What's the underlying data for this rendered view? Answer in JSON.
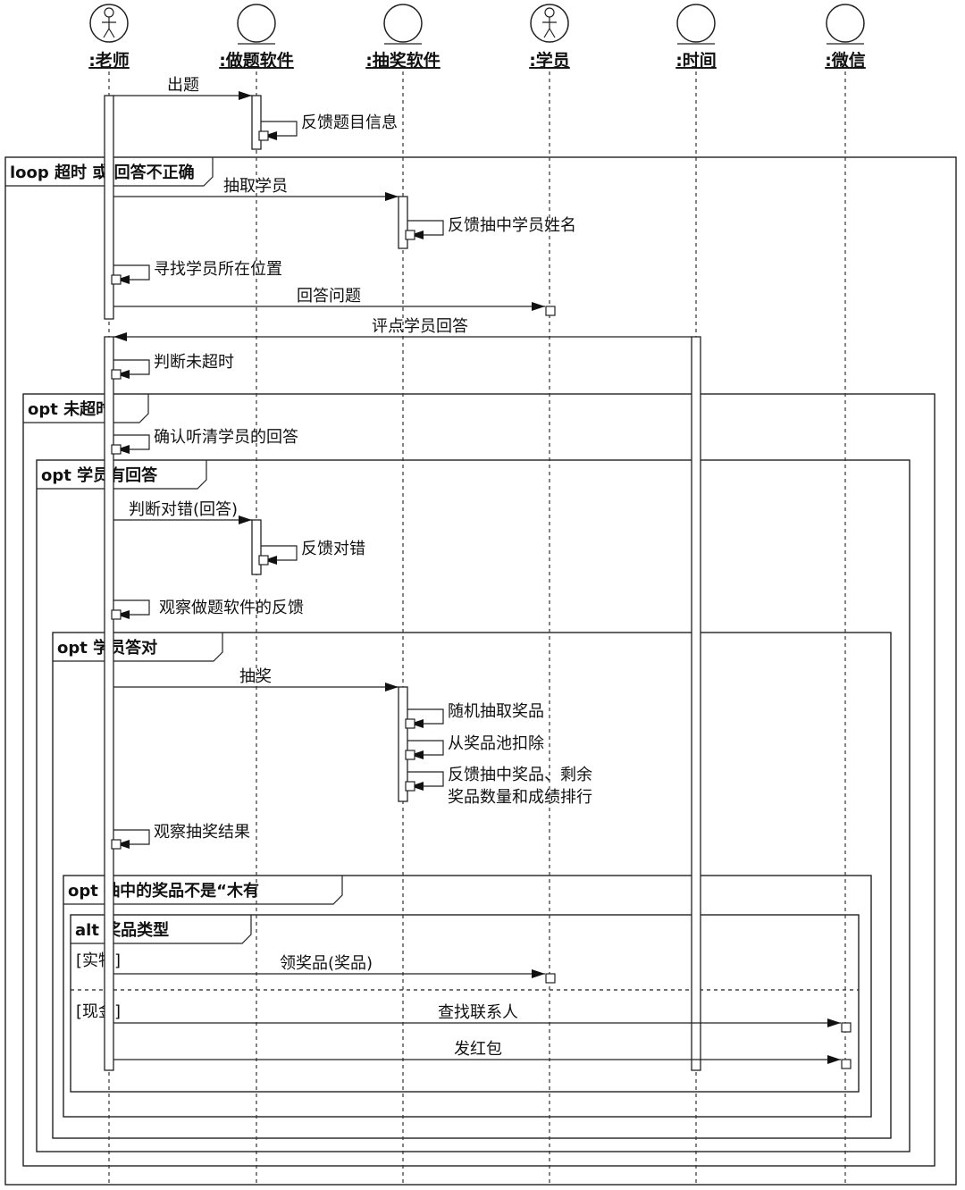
{
  "lifelines": [
    {
      "id": "teacher",
      "label": ":老师",
      "kind": "actor"
    },
    {
      "id": "quiz",
      "label": ":做题软件",
      "kind": "entity"
    },
    {
      "id": "lottery",
      "label": ":抽奖软件",
      "kind": "entity"
    },
    {
      "id": "student",
      "label": ":学员",
      "kind": "actor"
    },
    {
      "id": "time",
      "label": ":时间",
      "kind": "entity"
    },
    {
      "id": "wechat",
      "label": ":微信",
      "kind": "entity"
    }
  ],
  "frames": [
    {
      "id": "loop",
      "label": "loop 超时 或 回答不正确"
    },
    {
      "id": "opt1",
      "label": "opt 未超时"
    },
    {
      "id": "opt2",
      "label": "opt 学员有回答"
    },
    {
      "id": "opt3",
      "label": "opt 学员答对"
    },
    {
      "id": "opt4",
      "label": "opt 抽中的奖品不是“木有"
    },
    {
      "id": "alt",
      "label": "alt 奖品类型"
    }
  ],
  "guards": {
    "goods": "[实物]",
    "cash": "[现金]"
  },
  "messages": [
    {
      "id": "m1",
      "text": "出题"
    },
    {
      "id": "m2",
      "text": "反馈题目信息"
    },
    {
      "id": "m3",
      "text": "抽取学员"
    },
    {
      "id": "m4",
      "text": "反馈抽中学员姓名"
    },
    {
      "id": "m5",
      "text": "寻找学员所在位置"
    },
    {
      "id": "m6",
      "text": "回答问题"
    },
    {
      "id": "m7",
      "text": "评点学员回答"
    },
    {
      "id": "m8",
      "text": "判断未超时"
    },
    {
      "id": "m9",
      "text": "确认听清学员的回答"
    },
    {
      "id": "m10",
      "text": "判断对错(回答)"
    },
    {
      "id": "m11",
      "text": "反馈对错"
    },
    {
      "id": "m12",
      "text": "观察做题软件的反馈"
    },
    {
      "id": "m13",
      "text": "抽奖"
    },
    {
      "id": "m14",
      "text": "随机抽取奖品"
    },
    {
      "id": "m15",
      "text": "从奖品池扣除"
    },
    {
      "id": "m16",
      "lines": [
        "反馈抽中奖品、剩余",
        "奖品数量和成绩排行"
      ]
    },
    {
      "id": "m17",
      "text": "观察抽奖结果"
    },
    {
      "id": "m18",
      "text": "领奖品(奖品)"
    },
    {
      "id": "m19",
      "text": "查找联系人"
    },
    {
      "id": "m20",
      "text": "发红包"
    }
  ]
}
